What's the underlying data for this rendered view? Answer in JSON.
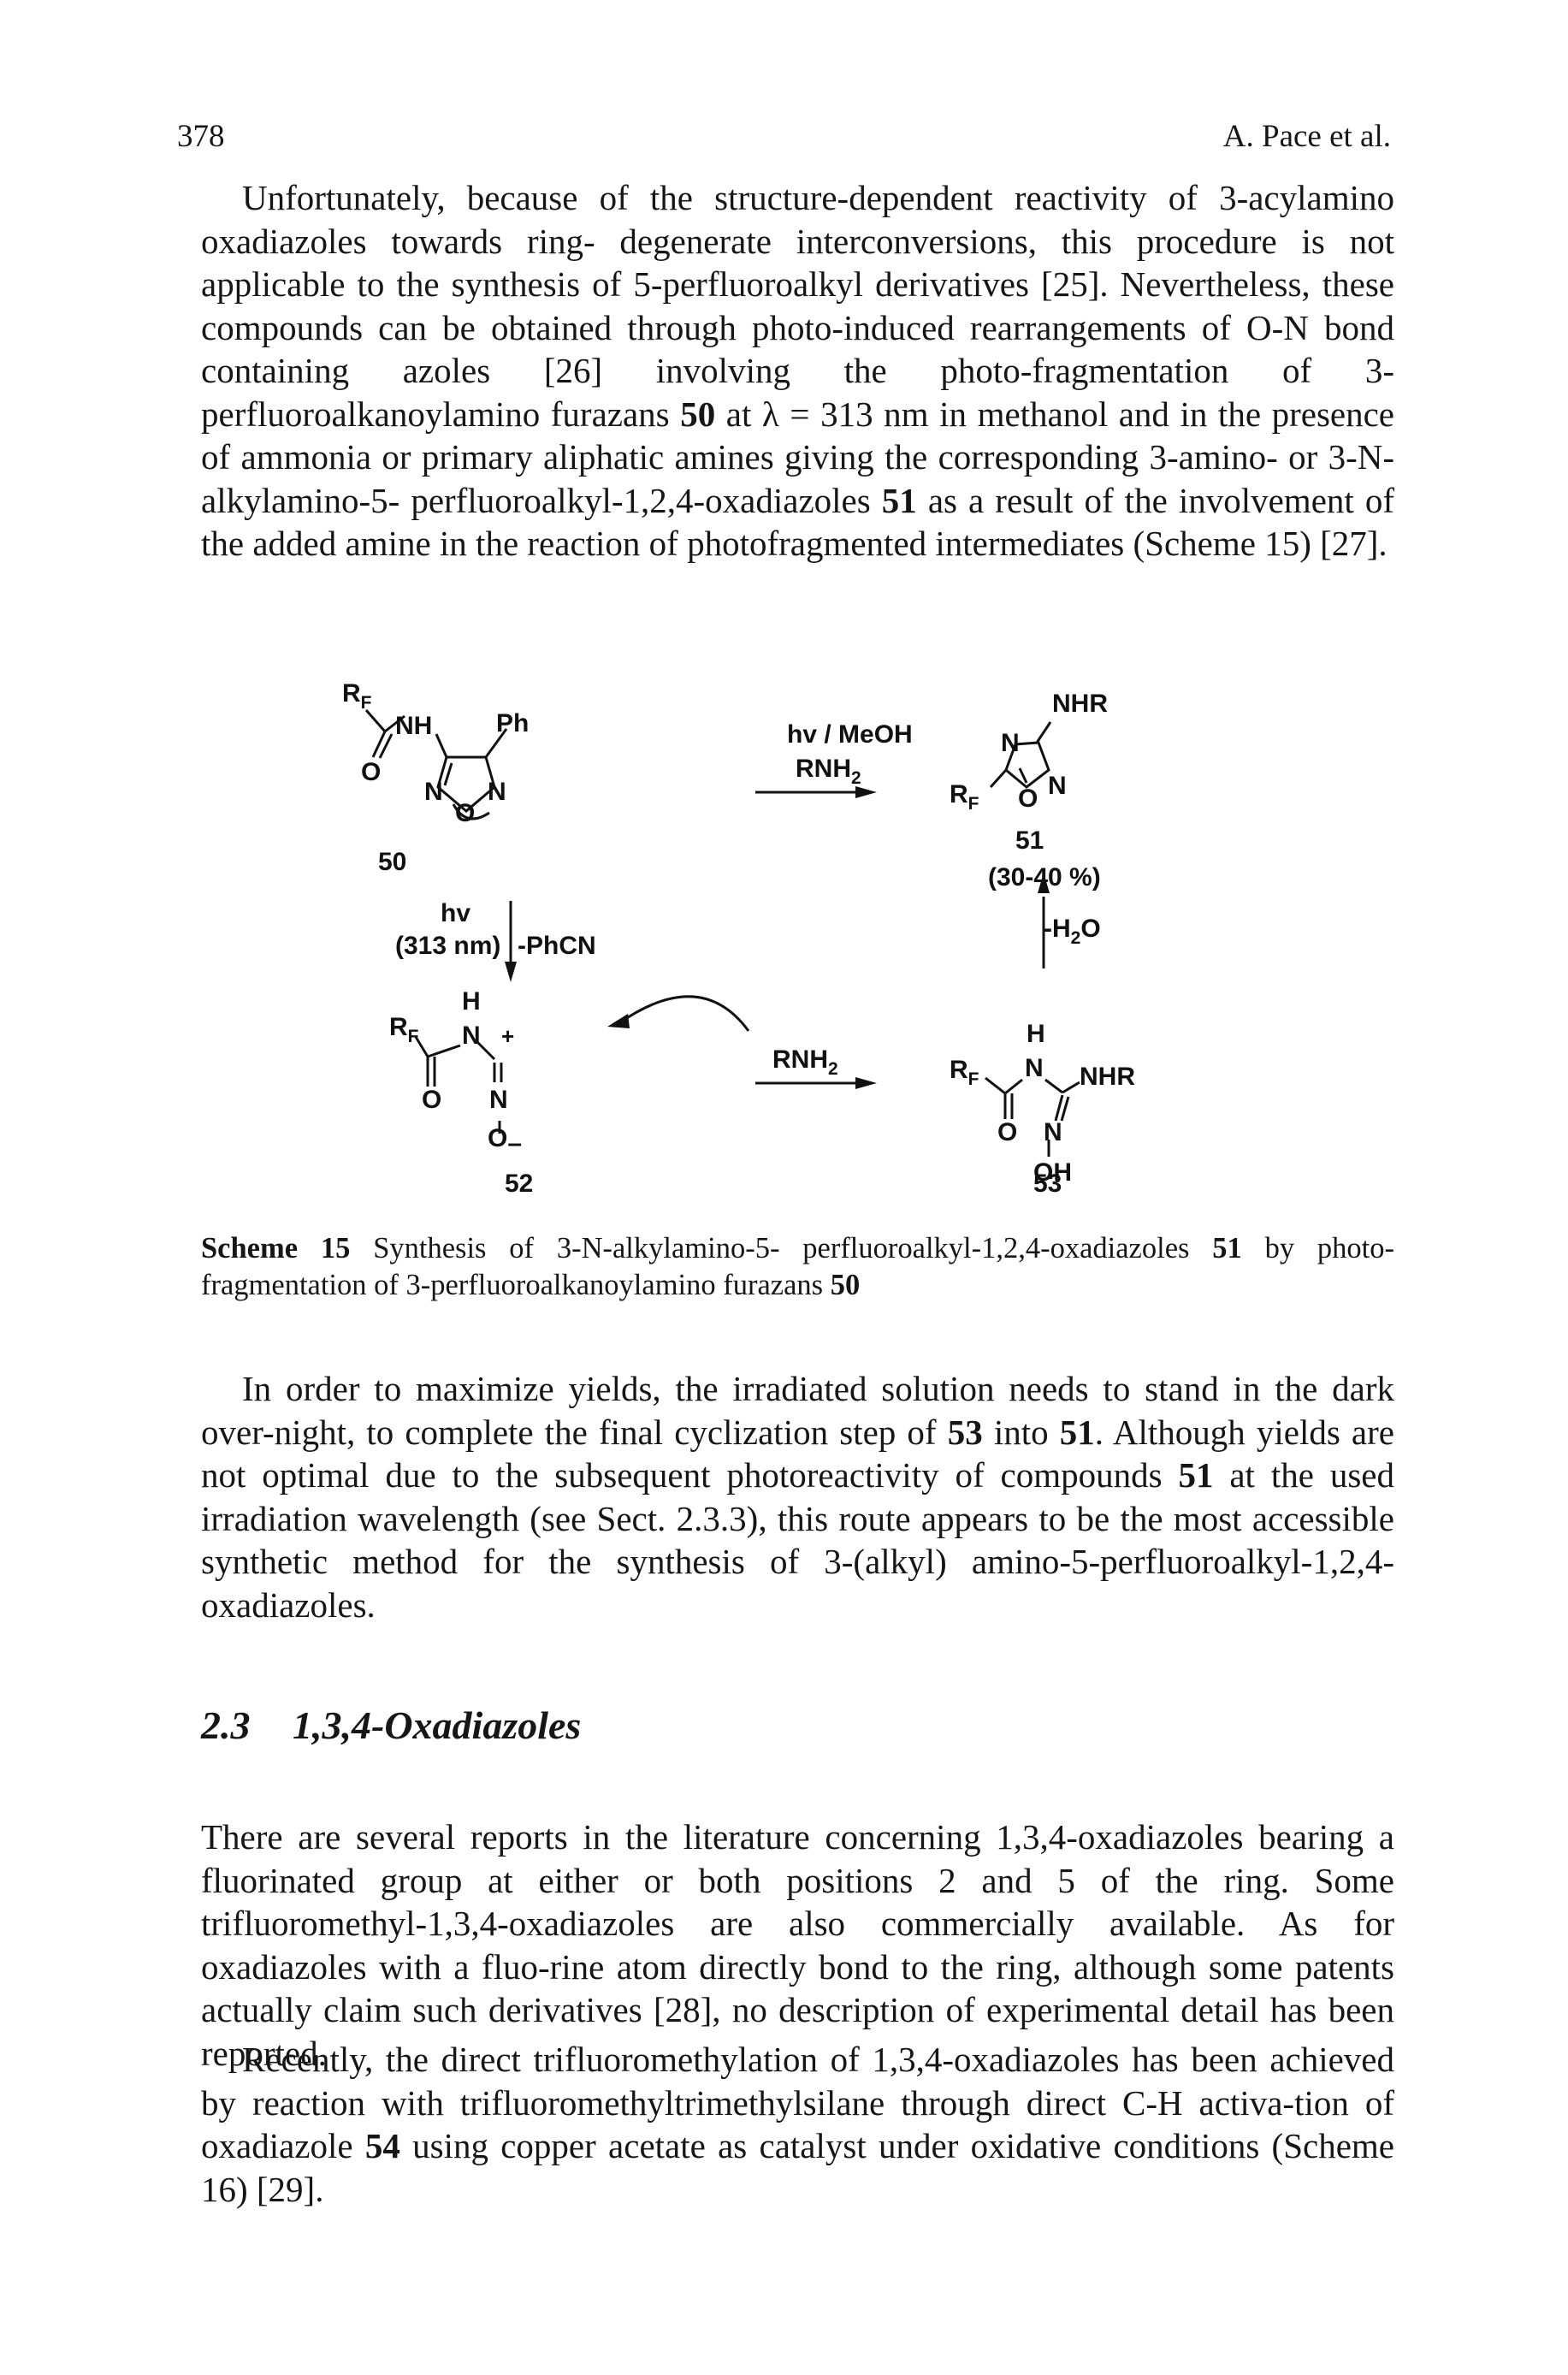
{
  "header": {
    "page_number": "378",
    "authors": "A. Pace et al."
  },
  "paragraph_1": {
    "p1": "Unfortunately, because of the structure-dependent reactivity of 3-acylamino oxadiazoles towards ring- degenerate interconversions, this procedure is not applicable to the synthesis of 5-perfluoroalkyl derivatives [25]. Nevertheless, these compounds can be obtained through photo-induced rearrangements of O-N bond containing azoles [26] involving the photo-fragmentation of 3-perfluoroalkanoylamino furazans ",
    "c1": "50",
    "p2": " at λ = 313 nm in methanol and in the presence of ammonia or primary aliphatic amines giving the corresponding 3-amino- or 3-N-alkylamino-5- perfluoroalkyl-1,2,4-oxadiazoles ",
    "c2": "51",
    "p3": " as a result of the involvement of the added amine in the reaction of photofragmented intermediates (Scheme 15) [27]."
  },
  "scheme": {
    "rf": "R",
    "rf_sub": "F",
    "nh": "NH",
    "ph": "Ph",
    "o": "O",
    "n": "N",
    "h": "H",
    "plus": "+",
    "o_minus": "O",
    "minus": "–",
    "nhr": "NHR",
    "oh": "OH",
    "cond_top_1": "hv / MeOH",
    "cond_top_2": "RNH",
    "cond_top_2_sub": "2",
    "hv": "hv",
    "hv_313": "(313 nm)",
    "phcn": "-PhCN",
    "rnh2": "RNH",
    "rnh2_sub": "2",
    "h2o_pre": "-H",
    "h2o_sub": "2",
    "h2o_post": "O",
    "yield": "(30-40 %)",
    "label_50": "50",
    "label_51": "51",
    "label_52": "52",
    "label_53": "53"
  },
  "caption": {
    "label": "Scheme 15",
    "p1": " Synthesis of 3-N-alkylamino-5- perfluoroalkyl-1,2,4-oxadiazoles ",
    "c1": "51",
    "p2": " by photo-fragmentation of 3-perfluoroalkanoylamino furazans ",
    "c2": "50"
  },
  "paragraph_2": {
    "p1": "In order to maximize yields, the irradiated solution needs to stand in the dark over-night, to complete the final cyclization step of ",
    "c1": "53",
    "p2": " into ",
    "c2": "51",
    "p3": ". Although yields are not optimal due to the subsequent photoreactivity of compounds ",
    "c3": "51",
    "p4": " at the used irradiation wavelength (see Sect. 2.3.3), this route appears to be the most accessible synthetic method for the synthesis of 3-(alkyl) amino-5-perfluoroalkyl-1,2,4-oxadiazoles."
  },
  "section": {
    "number": "2.3",
    "title": "1,3,4-Oxadiazoles"
  },
  "paragraph_3": "There are several reports in the literature concerning 1,3,4-oxadiazoles bearing a fluorinated group at either or both positions 2 and 5 of the ring. Some trifluoromethyl-1,3,4-oxadiazoles are also commercially available. As for oxadiazoles with a fluo-rine atom directly bond to the ring, although some patents actually claim such derivatives [28], no description of experimental detail has been reported.",
  "paragraph_4": {
    "p1": "Recently, the direct trifluoromethylation of 1,3,4-oxadiazoles has been achieved by reaction with trifluoromethyltrimethylsilane through direct C-H activa-tion of oxadiazole ",
    "c1": "54",
    "p2": " using copper acetate as catalyst under oxidative conditions (Scheme 16) [29]."
  }
}
